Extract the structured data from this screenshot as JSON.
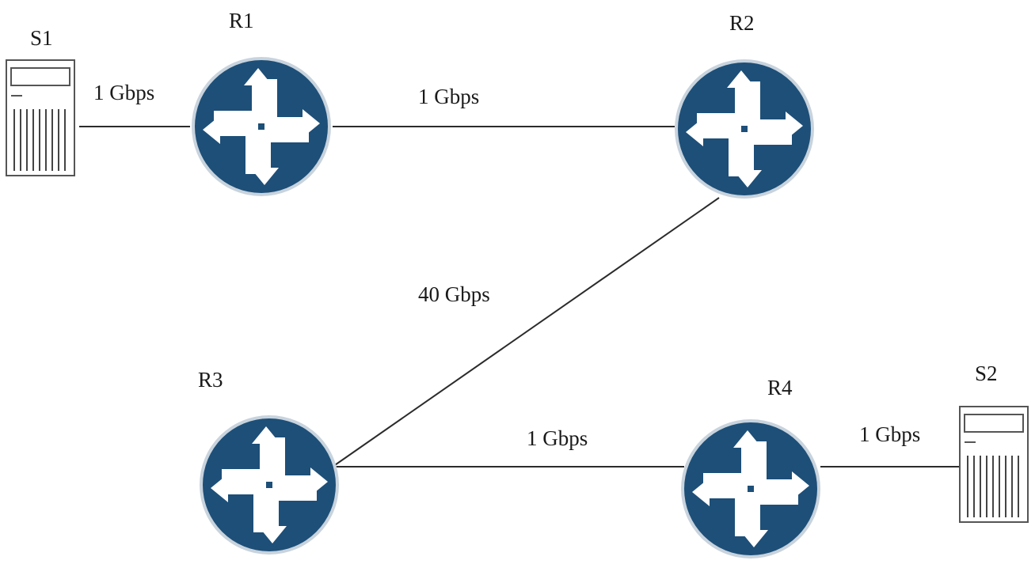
{
  "nodes": {
    "s1": {
      "label": "S1",
      "kind": "server"
    },
    "s2": {
      "label": "S2",
      "kind": "server"
    },
    "r1": {
      "label": "R1",
      "kind": "router"
    },
    "r2": {
      "label": "R2",
      "kind": "router"
    },
    "r3": {
      "label": "R3",
      "kind": "router"
    },
    "r4": {
      "label": "R4",
      "kind": "router"
    }
  },
  "links": {
    "s1_r1": {
      "from": "S1",
      "to": "R1",
      "label": "1 Gbps"
    },
    "r1_r2": {
      "from": "R1",
      "to": "R2",
      "label": "1 Gbps"
    },
    "r2_r3": {
      "from": "R2",
      "to": "R3",
      "label": "40 Gbps"
    },
    "r3_r4": {
      "from": "R3",
      "to": "R4",
      "label": "1 Gbps"
    },
    "r4_s2": {
      "from": "R4",
      "to": "S2",
      "label": "1 Gbps"
    }
  },
  "colors": {
    "router_fill": "#1d4f78",
    "router_ring": "#c8d3dd",
    "router_arrows": "#ffffff",
    "line": "#2b2b2b"
  },
  "icons": {
    "router": "router-icon",
    "server": "server-icon"
  }
}
